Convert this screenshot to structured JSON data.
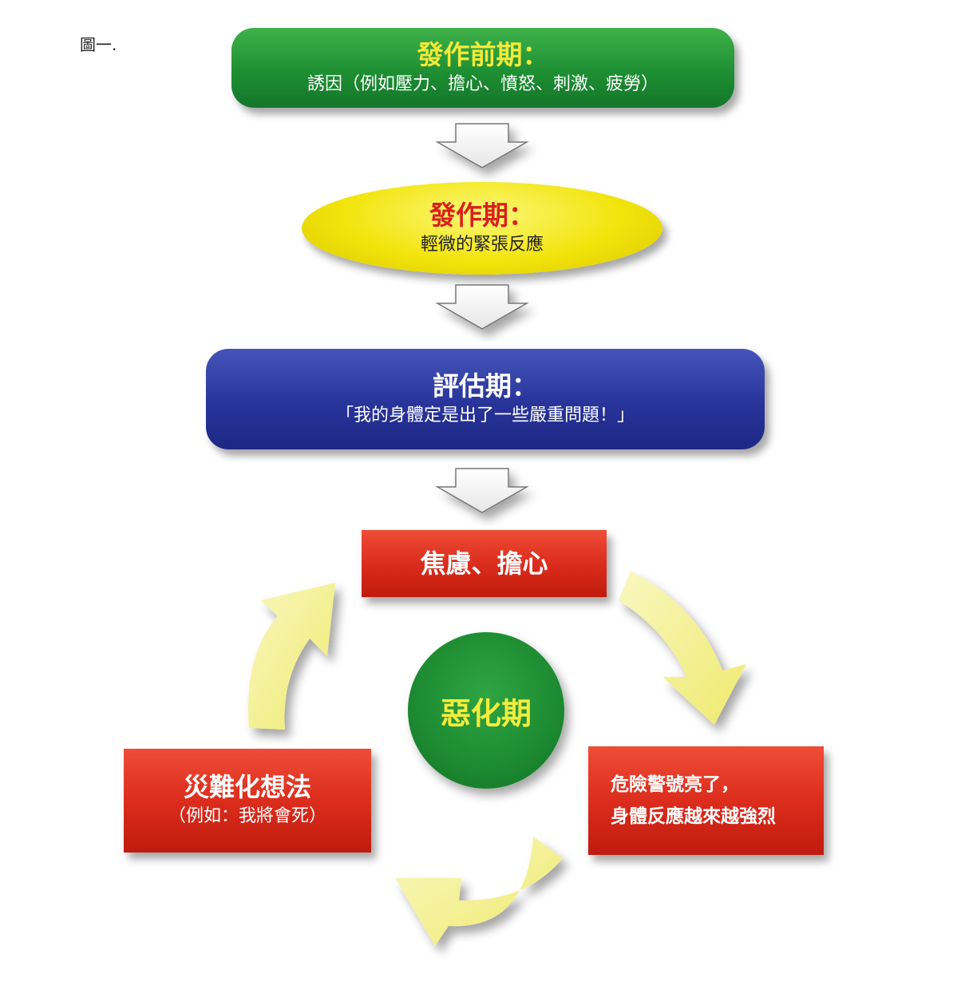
{
  "figure_label": "圖一.",
  "stages": {
    "pre_onset": {
      "title": "發作前期：",
      "description": "誘因（例如壓力、擔心、憤怒、刺激、疲勞）"
    },
    "onset": {
      "title": "發作期：",
      "description": "輕微的緊張反應"
    },
    "assessment": {
      "title": "評估期：",
      "description": "「我的身體定是出了一些嚴重問題！」"
    }
  },
  "cycle": {
    "center": "惡化期",
    "anxiety": "焦慮、擔心",
    "alarm_line1": "危險警號亮了，",
    "alarm_line2": "身體反應越來越強烈",
    "catastrophe_title": "災難化想法",
    "catastrophe_example": "（例如：我將會死）"
  },
  "colors": {
    "green": "#1e8f33",
    "yellow": "#f2e40b",
    "blue": "#28349a",
    "red": "#dc2d1d",
    "title_yellow": "#f2e93a",
    "title_red": "#d8211c",
    "arrow_pale_yellow": "#f6f39a"
  },
  "icons": [
    "down-arrow-icon",
    "curved-arrow-icon"
  ]
}
